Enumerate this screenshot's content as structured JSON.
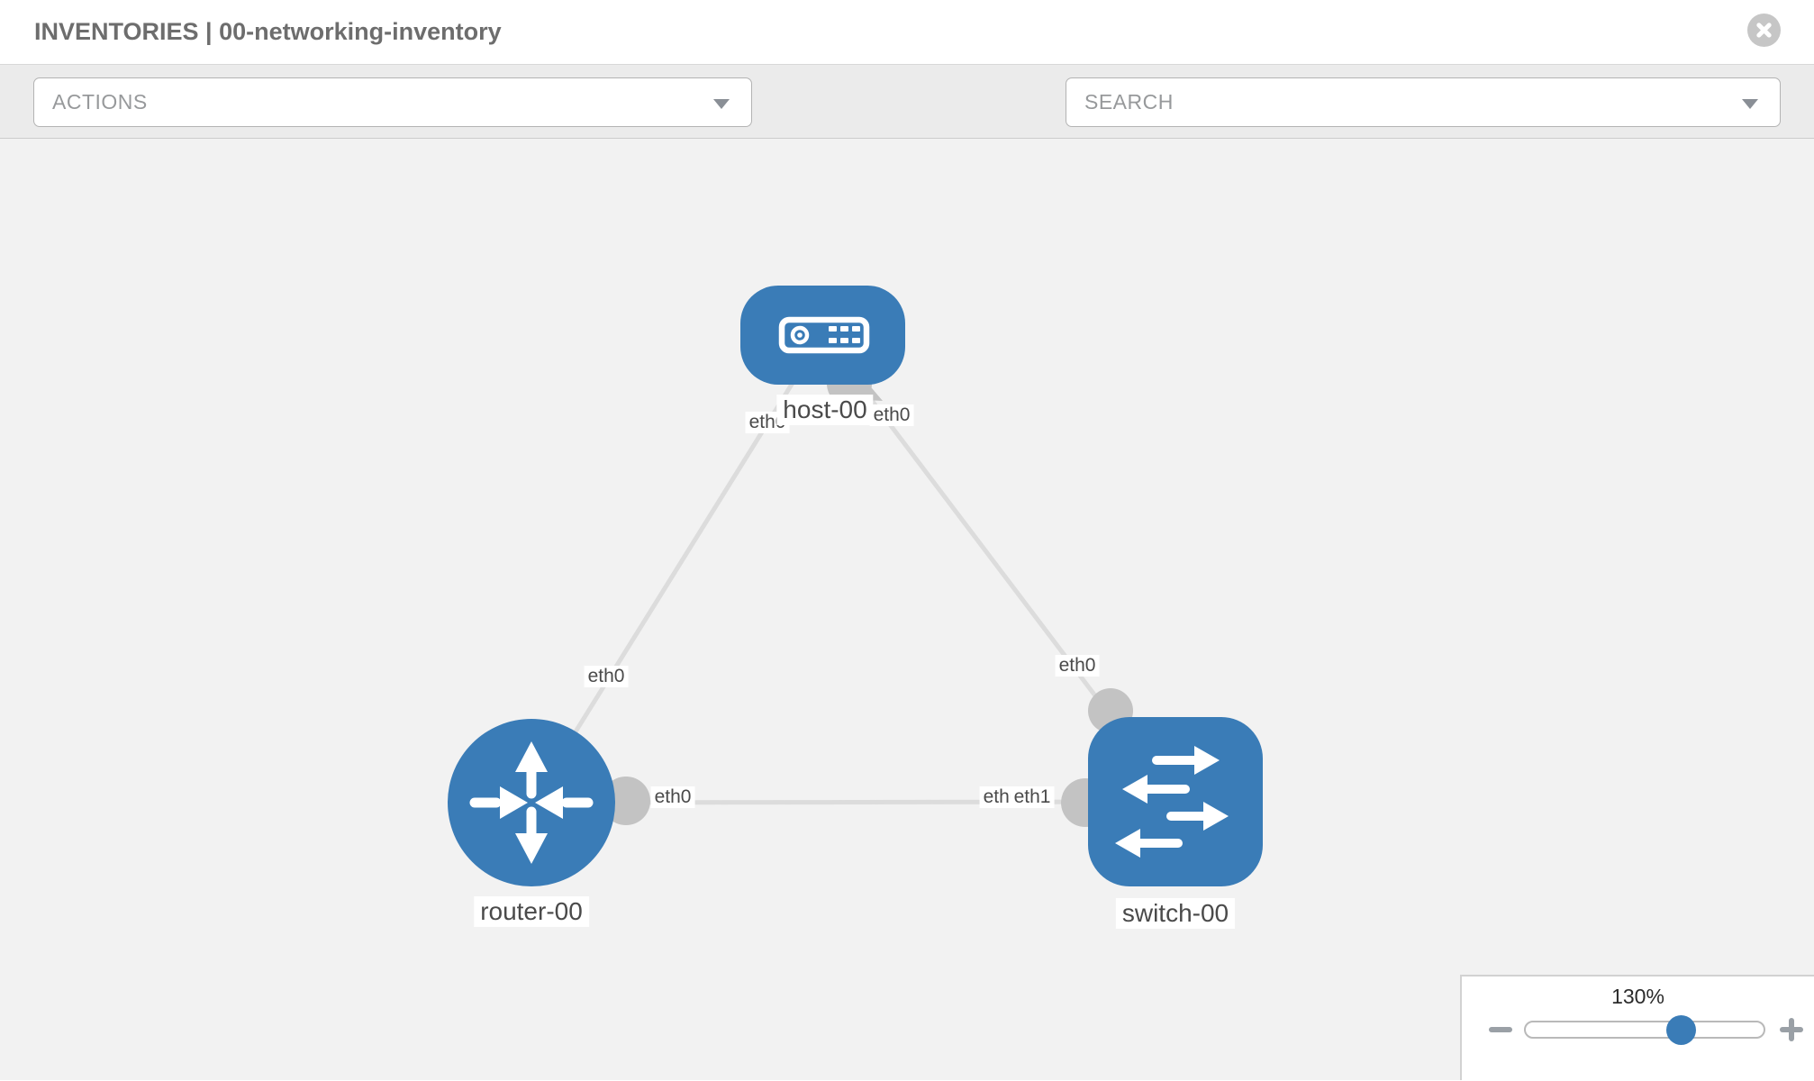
{
  "header": {
    "title": "INVENTORIES | 00-networking-inventory",
    "icons": [
      "close-icon"
    ]
  },
  "toolbar": {
    "actions_label": "ACTIONS",
    "search_label": "SEARCH",
    "icons": [
      "wrench-icon",
      "key-icon",
      "dropdown-caret-icon"
    ]
  },
  "colors": {
    "node_blue": "#3a7cb7",
    "endpoint_gray": "#c3c3c3",
    "link_gray": "#dcdcdc",
    "canvas_bg": "#f2f2f2"
  },
  "topology": {
    "nodes": [
      {
        "label": "host-00",
        "type": "host"
      },
      {
        "label": "router-00",
        "type": "router"
      },
      {
        "label": "switch-00",
        "type": "switch"
      }
    ],
    "interfaces": {
      "host_left": "eth0",
      "host_right": "eth0",
      "router_uplink": "eth0",
      "router_right": "eth0",
      "switch_uplink": "eth0",
      "switch_left_back": "eth0",
      "switch_left_front": "eth1"
    }
  },
  "zoom_control": {
    "level": "130%",
    "icons": [
      "minus-icon",
      "plus-icon"
    ]
  }
}
